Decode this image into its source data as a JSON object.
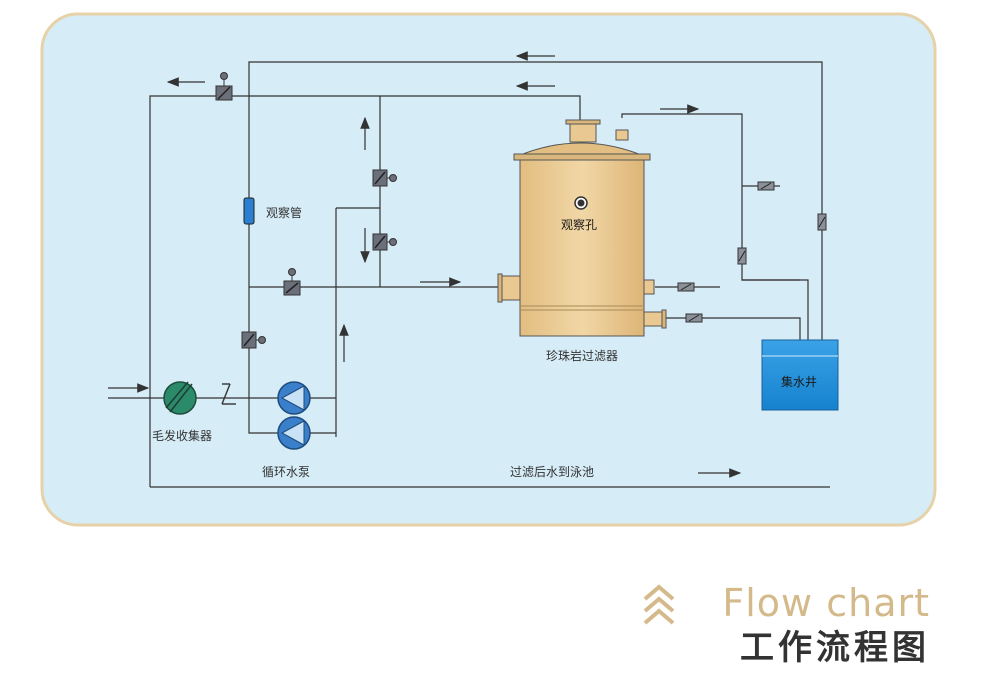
{
  "labels": {
    "observation_tube": "观察管",
    "observation_hole": "观察孔",
    "perlite_filter": "珍珠岩过滤器",
    "hair_collector": "毛发收集器",
    "circulation_pump": "循环水泵",
    "water_sump": "集水井",
    "filtered_to_pool": "过滤后水到泳池"
  },
  "footer": {
    "title_en": "Flow chart",
    "title_cn": "工作流程图"
  },
  "colors": {
    "panel_fill": "#d6ecf7",
    "panel_border": "#e6d2a8",
    "tank_fill": "#e9c991",
    "sump_fill": "#1e8fd8",
    "pump_fill": "#3a7fc9",
    "collector_fill": "#2a8a6a",
    "accent": "#d4b98a"
  }
}
